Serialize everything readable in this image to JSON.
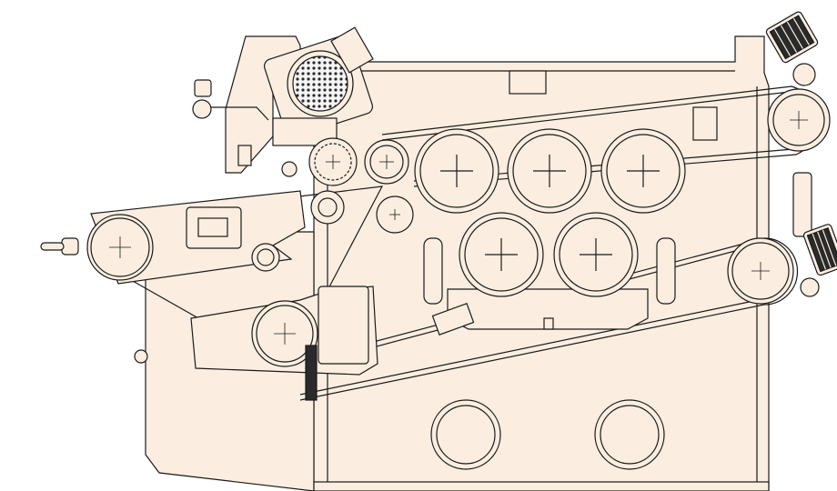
{
  "diagram": {
    "kind": "mechanical line drawing",
    "colors": {
      "background": "#ffffff",
      "body_fill": "#fbeee0",
      "line": "#1a1a1a",
      "dark_fill": "#2a2a2a",
      "mesh_fill": "#3a3a3a"
    },
    "components": {
      "frame": "main-frame",
      "left_arm": "left-belt-arm",
      "lower_arm": "lower-tension-arm",
      "top_feed_unit": "top-feed-unit",
      "upper_rollers": 3,
      "lower_rollers": 2,
      "right_drive_units": 2,
      "base_ports": 2
    }
  }
}
